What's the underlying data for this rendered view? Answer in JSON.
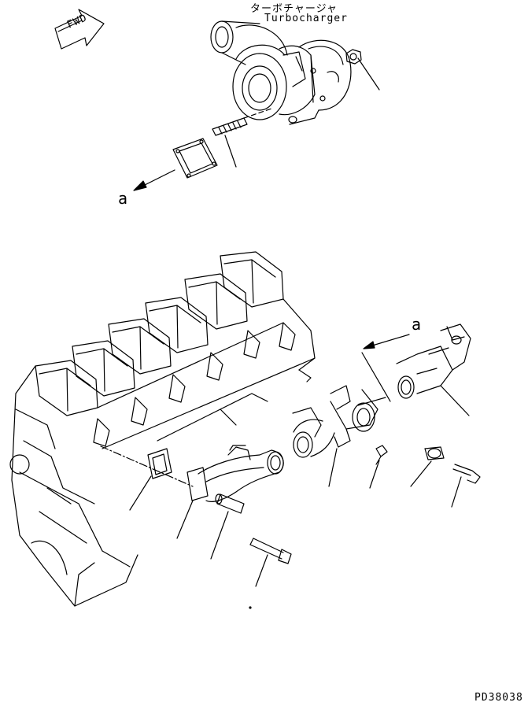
{
  "labels": {
    "turbocharger_jp": "ターボチャージャ",
    "turbocharger_en": "Turbocharger",
    "fwd": "FWD",
    "ref_a_upper": "a",
    "ref_a_lower": "a",
    "drawing_code": "PD38038"
  },
  "icons": {
    "fwd_arrow": "fwd-arrow-icon"
  },
  "colors": {
    "line": "#000000",
    "background": "#ffffff"
  }
}
